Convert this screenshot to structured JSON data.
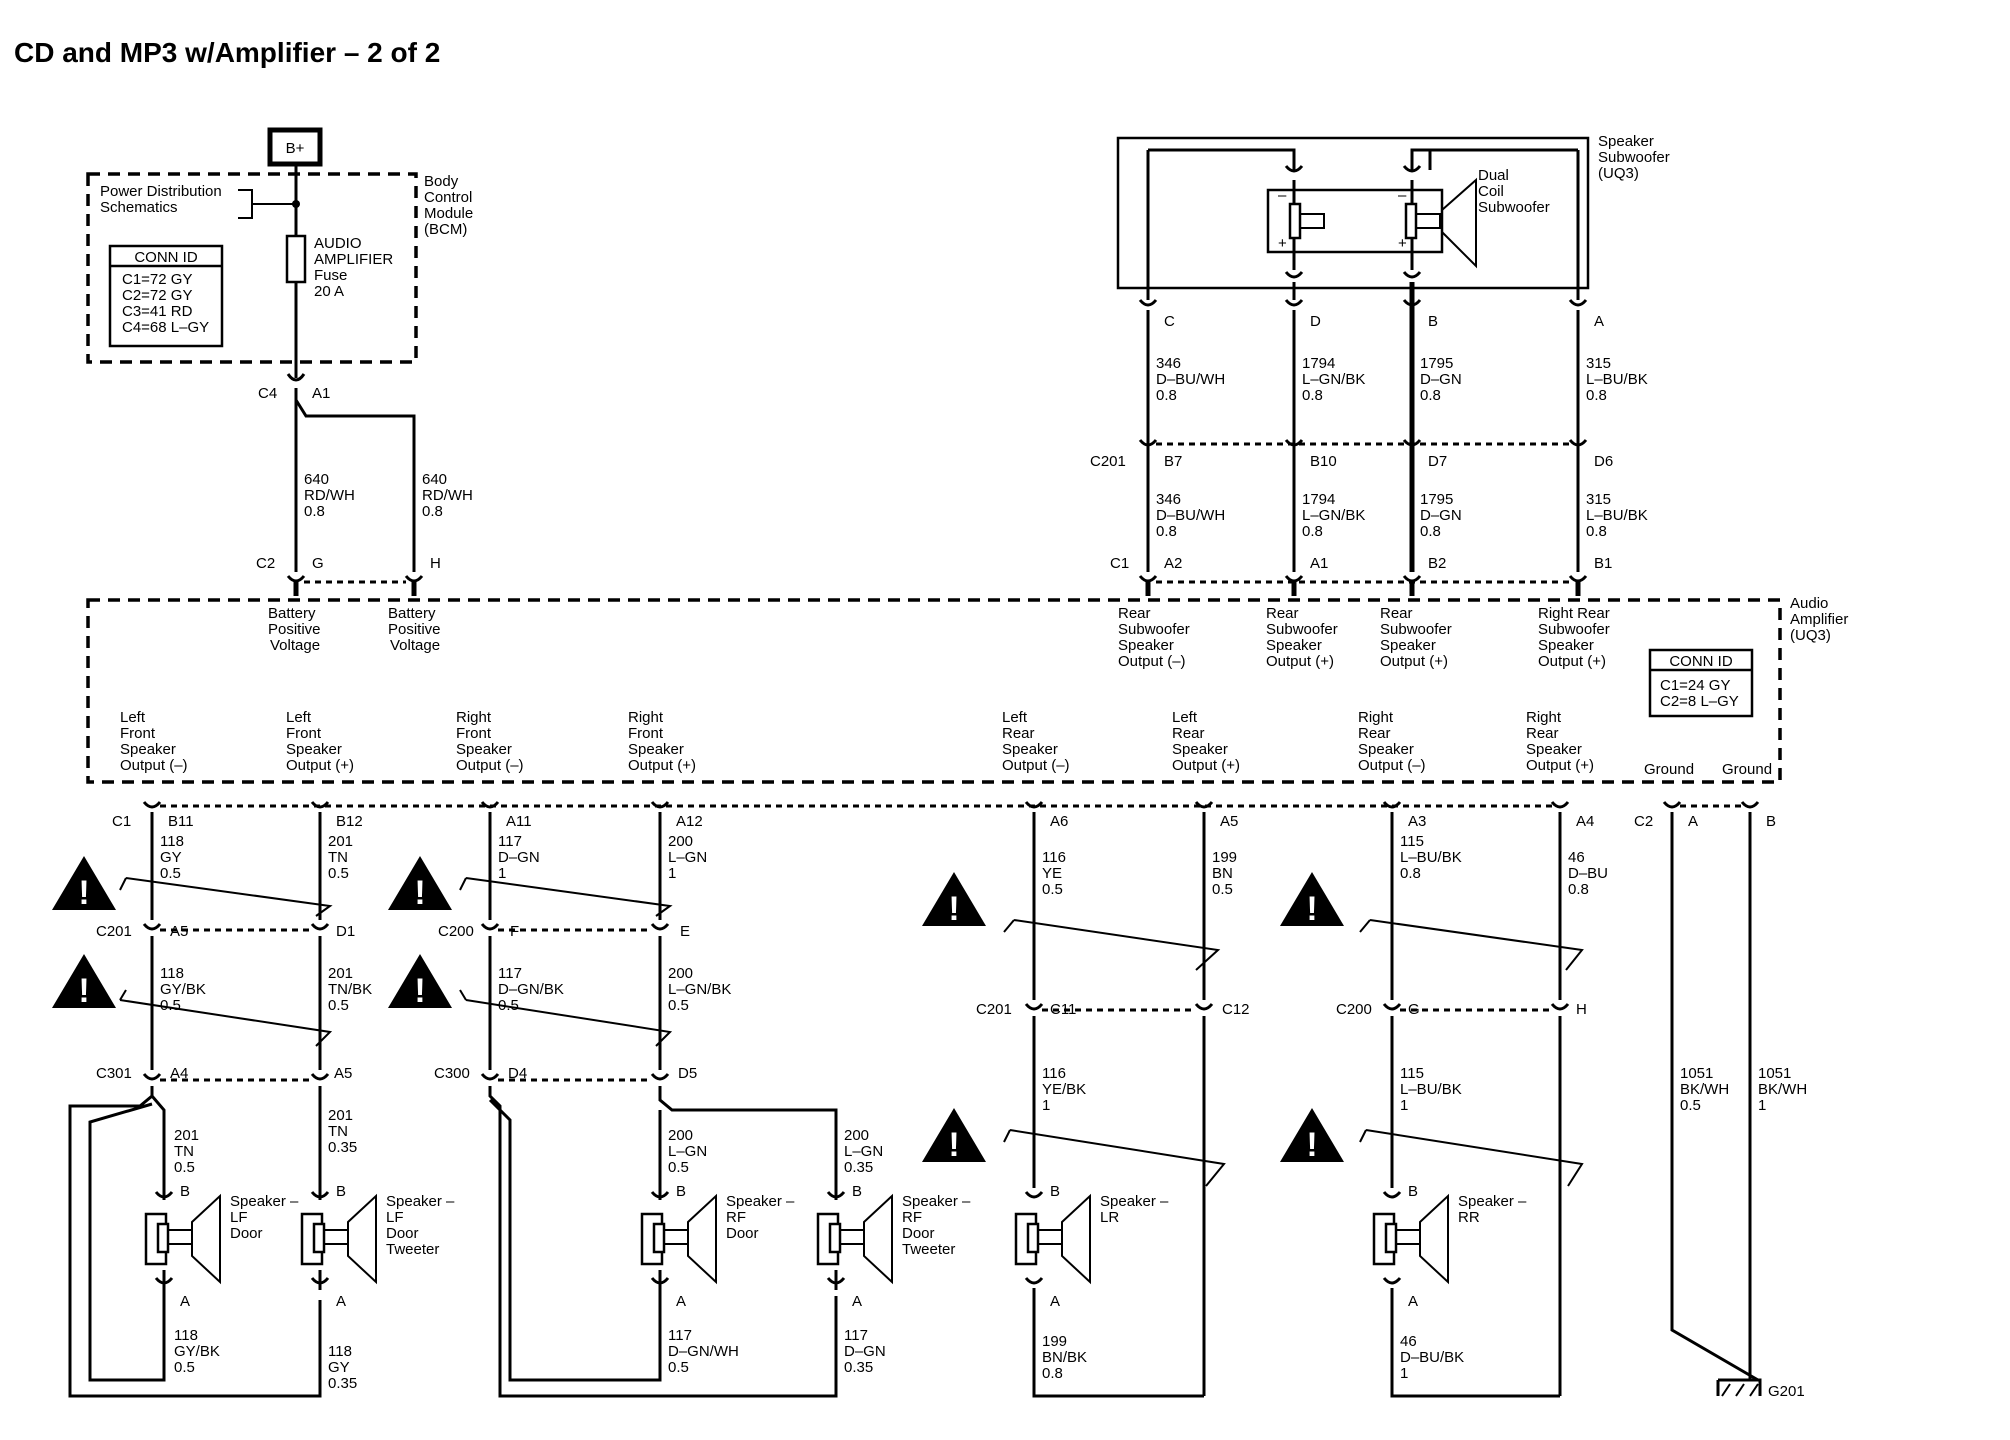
{
  "title": "CD and MP3 w/Amplifier – 2 of 2",
  "battery": "B+",
  "bcm": {
    "power_dist": [
      "Power Distribution",
      "Schematics"
    ],
    "module_label": [
      "Body",
      "Control",
      "Module",
      "(BCM)"
    ],
    "fuse_label": [
      "AUDIO",
      "AMPLIFIER",
      "Fuse",
      "20 A"
    ],
    "conn_id_title": "CONN ID",
    "conn_id_rows": [
      "C1=72 GY",
      "C2=72 GY",
      "C3=41 RD",
      "C4=68 L–GY"
    ]
  },
  "subwoofer": {
    "module_label": [
      "Speaker",
      "Subwoofer",
      "(UQ3)"
    ],
    "dual_coil": [
      "Dual",
      "Coil",
      "Subwoofer"
    ],
    "pins": [
      "C",
      "D",
      "B",
      "A"
    ]
  },
  "amplifier": {
    "module_label": [
      "Audio",
      "Amplifier",
      "(UQ3)"
    ],
    "conn_id_title": "CONN ID",
    "conn_id_rows": [
      "C1=24 GY",
      "C2=8 L–GY"
    ],
    "top_outputs": [
      [
        "Rear",
        "Subwoofer",
        "Speaker",
        "Output (–)"
      ],
      [
        "Rear",
        "Subwoofer",
        "Speaker",
        "Output (+)"
      ],
      [
        "Rear",
        "Subwoofer",
        "Speaker",
        "Output (+)"
      ],
      [
        "Right Rear",
        "Subwoofer",
        "Speaker",
        "Output (+)"
      ]
    ],
    "battery_inputs": [
      [
        "Battery",
        "Positive",
        "Voltage"
      ],
      [
        "Battery",
        "Positive",
        "Voltage"
      ]
    ],
    "bottom_outputs": [
      [
        "Left",
        "Front",
        "Speaker",
        "Output (–)"
      ],
      [
        "Left",
        "Front",
        "Speaker",
        "Output (+)"
      ],
      [
        "Right",
        "Front",
        "Speaker",
        "Output (–)"
      ],
      [
        "Right",
        "Front",
        "Speaker",
        "Output (+)"
      ],
      [
        "Left",
        "Rear",
        "Speaker",
        "Output (–)"
      ],
      [
        "Left",
        "Rear",
        "Speaker",
        "Output (+)"
      ],
      [
        "Right",
        "Rear",
        "Speaker",
        "Output (–)"
      ],
      [
        "Right",
        "Rear",
        "Speaker",
        "Output (+)"
      ]
    ],
    "grounds": [
      "Ground",
      "Ground"
    ]
  },
  "connectors": {
    "c4": "C4",
    "a1": "A1",
    "c2": "C2",
    "g": "G",
    "h": "H",
    "c201_top": "C201",
    "b7": "B7",
    "b10": "B10",
    "d7": "D7",
    "d6": "D6",
    "c1_top": "C1",
    "a2": "A2",
    "a1b": "A1",
    "b2": "B2",
    "b1": "B1",
    "c1_bot": "C1",
    "b11": "B11",
    "b12": "B12",
    "a11": "A11",
    "a12": "A12",
    "a6": "A6",
    "a5": "A5",
    "a3": "A3",
    "a4": "A4",
    "c2_bot": "C2",
    "pin_a": "A",
    "pin_b": "B",
    "c201_l": "C201",
    "a5b": "A5",
    "d1": "D1",
    "c200_l": "C200",
    "f": "F",
    "e": "E",
    "c201_r": "C201",
    "c11": "C11",
    "c12": "C12",
    "c200_r": "C200",
    "g2": "G",
    "h2": "H",
    "c301": "C301",
    "a4b": "A4",
    "a5c": "A5",
    "c300": "C300",
    "d4": "D4",
    "d5": "D5",
    "g201": "G201"
  },
  "wires": {
    "w640a": [
      "640",
      "RD/WH",
      "0.8"
    ],
    "w640b": [
      "640",
      "RD/WH",
      "0.8"
    ],
    "w346a": [
      "346",
      "D–BU/WH",
      "0.8"
    ],
    "w1794a": [
      "1794",
      "L–GN/BK",
      "0.8"
    ],
    "w1795a": [
      "1795",
      "D–GN",
      "0.8"
    ],
    "w315a": [
      "315",
      "L–BU/BK",
      "0.8"
    ],
    "w346b": [
      "346",
      "D–BU/WH",
      "0.8"
    ],
    "w1794b": [
      "1794",
      "L–GN/BK",
      "0.8"
    ],
    "w1795b": [
      "1795",
      "D–GN",
      "0.8"
    ],
    "w315b": [
      "315",
      "L–BU/BK",
      "0.8"
    ],
    "w118a": [
      "118",
      "GY",
      "0.5"
    ],
    "w201a": [
      "201",
      "TN",
      "0.5"
    ],
    "w117a": [
      "117",
      "D–GN",
      "1"
    ],
    "w200a": [
      "200",
      "L–GN",
      "1"
    ],
    "w116a": [
      "116",
      "YE",
      "0.5"
    ],
    "w199a": [
      "199",
      "BN",
      "0.5"
    ],
    "w115a": [
      "115",
      "L–BU/BK",
      "0.8"
    ],
    "w46a": [
      "46",
      "D–BU",
      "0.8"
    ],
    "w118b": [
      "118",
      "GY/BK",
      "0.5"
    ],
    "w201b": [
      "201",
      "TN/BK",
      "0.5"
    ],
    "w117b": [
      "117",
      "D–GN/BK",
      "0.5"
    ],
    "w200b": [
      "200",
      "L–GN/BK",
      "0.5"
    ],
    "w116b": [
      "116",
      "YE/BK",
      "1"
    ],
    "w115b": [
      "115",
      "L–BU/BK",
      "1"
    ],
    "w1051a": [
      "1051",
      "BK/WH",
      "0.5"
    ],
    "w1051b": [
      "1051",
      "BK/WH",
      "1"
    ],
    "w201c": [
      "201",
      "TN",
      "0.5"
    ],
    "w201d": [
      "201",
      "TN",
      "0.35"
    ],
    "w200c": [
      "200",
      "L–GN",
      "0.5"
    ],
    "w200d": [
      "200",
      "L–GN",
      "0.35"
    ],
    "w118c": [
      "118",
      "GY/BK",
      "0.5"
    ],
    "w118d": [
      "118",
      "GY",
      "0.35"
    ],
    "w117c": [
      "117",
      "D–GN/WH",
      "0.5"
    ],
    "w117d": [
      "117",
      "D–GN",
      "0.35"
    ],
    "w199b": [
      "199",
      "BN/BK",
      "0.8"
    ],
    "w46b": [
      "46",
      "D–BU/BK",
      "1"
    ]
  },
  "speakers": {
    "lf_door": [
      "Speaker –",
      "LF",
      "Door"
    ],
    "lf_tweeter": [
      "Speaker –",
      "LF",
      "Door",
      "Tweeter"
    ],
    "rf_door": [
      "Speaker –",
      "RF",
      "Door"
    ],
    "rf_tweeter": [
      "Speaker –",
      "RF",
      "Door",
      "Tweeter"
    ],
    "lr": [
      "Speaker –",
      "LR"
    ],
    "rr": [
      "Speaker –",
      "RR"
    ],
    "pin_b": "B",
    "pin_a": "A"
  },
  "symbols": {
    "warning": "!",
    "minus": "–",
    "plus": "+"
  }
}
